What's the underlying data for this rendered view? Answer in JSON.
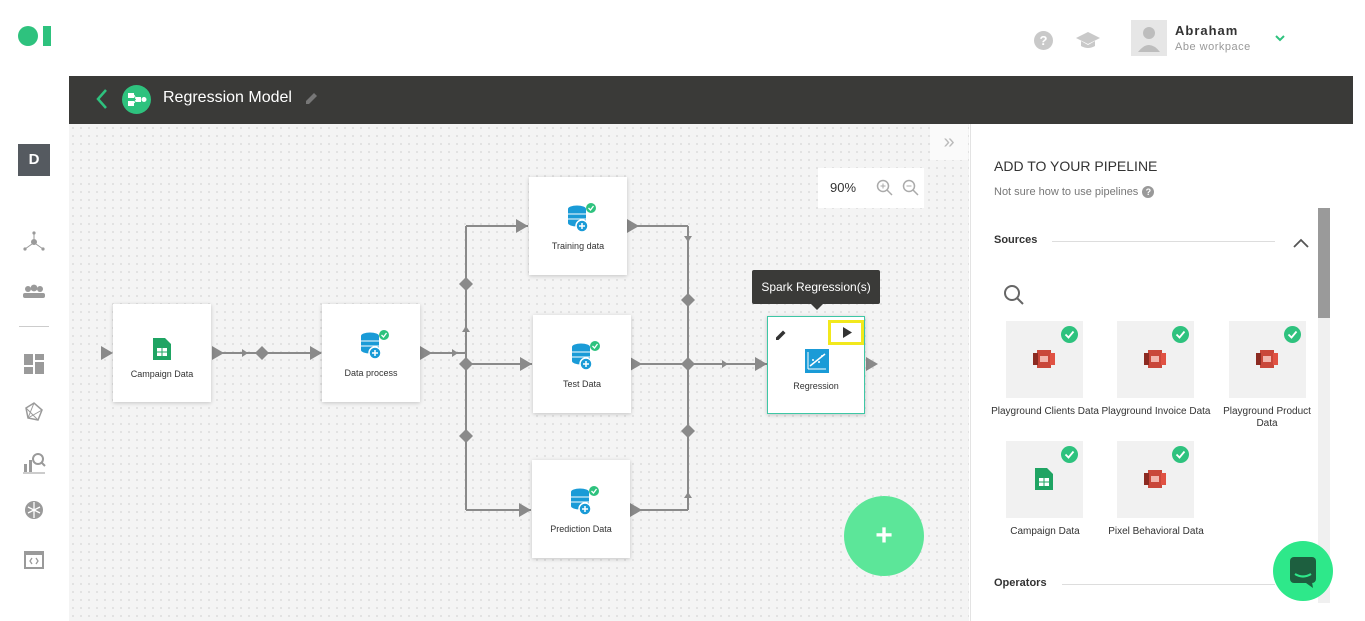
{
  "topbar": {
    "user_name": "Abraham",
    "user_workspace": "Abe workpace",
    "help_glyph": "?"
  },
  "leftnav": {
    "workspace_initial": "D",
    "icons": [
      "hub-icon",
      "team-icon",
      "dashboard-icon",
      "network-icon",
      "analytics-icon",
      "brain-icon",
      "code-icon"
    ]
  },
  "header": {
    "title": "Regression Model"
  },
  "canvas": {
    "zoom": "90%",
    "nodes": {
      "campaign": "Campaign Data",
      "process": "Data process",
      "training": "Training data",
      "test": "Test Data",
      "prediction": "Prediction Data",
      "regression": "Regression"
    },
    "tooltip": "Spark Regression(s)",
    "fab": "+"
  },
  "panel": {
    "title": "ADD TO YOUR PIPELINE",
    "help": "Not sure how to use pipelines",
    "sources_label": "Sources",
    "operators_label": "Operators",
    "sources": [
      {
        "label": "Playground Clients Data",
        "icon": "aws-s3-icon"
      },
      {
        "label": "Playground Invoice Data",
        "icon": "aws-s3-icon"
      },
      {
        "label": "Playground Product Data",
        "icon": "aws-s3-icon"
      },
      {
        "label": "Campaign Data",
        "icon": "google-sheets-icon"
      },
      {
        "label": "Pixel Behavioral Data",
        "icon": "aws-s3-icon"
      }
    ]
  },
  "colors": {
    "accent": "#2ec27e",
    "header_bg": "#3a3a38",
    "highlight": "#f2e81c",
    "fab": "#5ce699"
  }
}
